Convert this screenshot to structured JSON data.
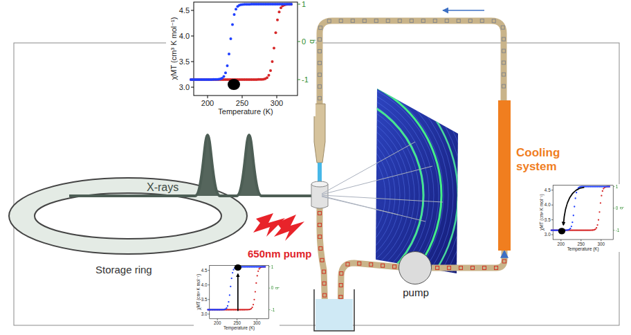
{
  "diagram": {
    "nodes": [
      {
        "text": [
          "pump"
        ]
      },
      {
        "text": [
          "Cooling system"
        ]
      }
    ],
    "edges": [
      {
        "from": 0,
        "to": 1,
        "arrow": "to"
      }
    ],
    "labels": [
      "X-rays",
      "Storage ring",
      "650nm pump",
      "χMT (cm³ K mol⁻¹)",
      "4.5",
      "4.0",
      "3.5",
      "3.0",
      "200",
      "250",
      "300",
      "Temperature (K)",
      "1",
      "0",
      "-1",
      "q",
      "χMT (cm³ K mol⁻¹)",
      "4.5",
      "4.0",
      "3.5",
      "3.0",
      "200",
      "250",
      "300",
      "Temperature (K)",
      "1",
      "0",
      "-1",
      "q",
      "χMT (cm³ K mol⁻¹)",
      "4.5",
      "4.0",
      "3.5",
      "3.0",
      "200",
      "250",
      "300",
      "Temperature (K)",
      "1",
      "0",
      "-1",
      "q"
    ]
  }
}
